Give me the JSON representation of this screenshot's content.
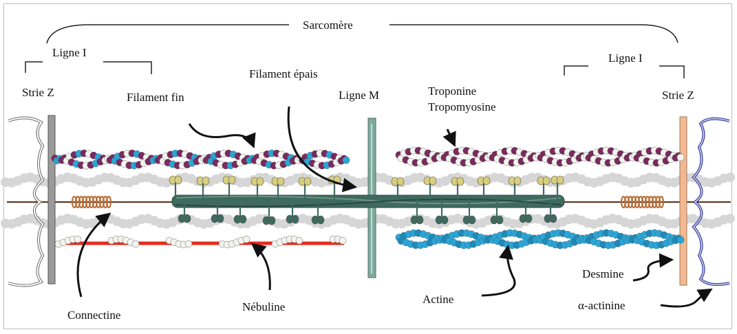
{
  "labels": {
    "sarcomere": "Sarcomère",
    "ligne_i_left": "Ligne I",
    "ligne_i_right": "Ligne I",
    "strie_z_left": "Strie Z",
    "strie_z_right": "Strie Z",
    "filament_fin": "Filament fin",
    "filament_epais": "Filament épais",
    "ligne_m": "Ligne M",
    "troponine": "Troponine",
    "tropomyosine": "Tropomyosine",
    "desmine": "Desmine",
    "alpha_actinine": "α-actinine",
    "connectine": "Connectine",
    "nebuline": "Nébuline",
    "actine": "Actine"
  },
  "colors": {
    "thin_filament_purple": "#7a2a5e",
    "actin_cyan": "#29a6d8",
    "bead_white": "#f4f4ef",
    "myosin_green": "#3f6a5e",
    "myosin_head_yellow": "#d8cf7e",
    "titin_brown": "#8a5a34",
    "titin_coil": "#b8703a",
    "nebulin_red": "#e52c1c",
    "shadow_grey": "#d6d6d6",
    "desmin_blue": "#3a3f9e",
    "z_disc_peach": "#f2b990",
    "m_line_green": "#7faa9d",
    "arrow_black": "#111111"
  }
}
